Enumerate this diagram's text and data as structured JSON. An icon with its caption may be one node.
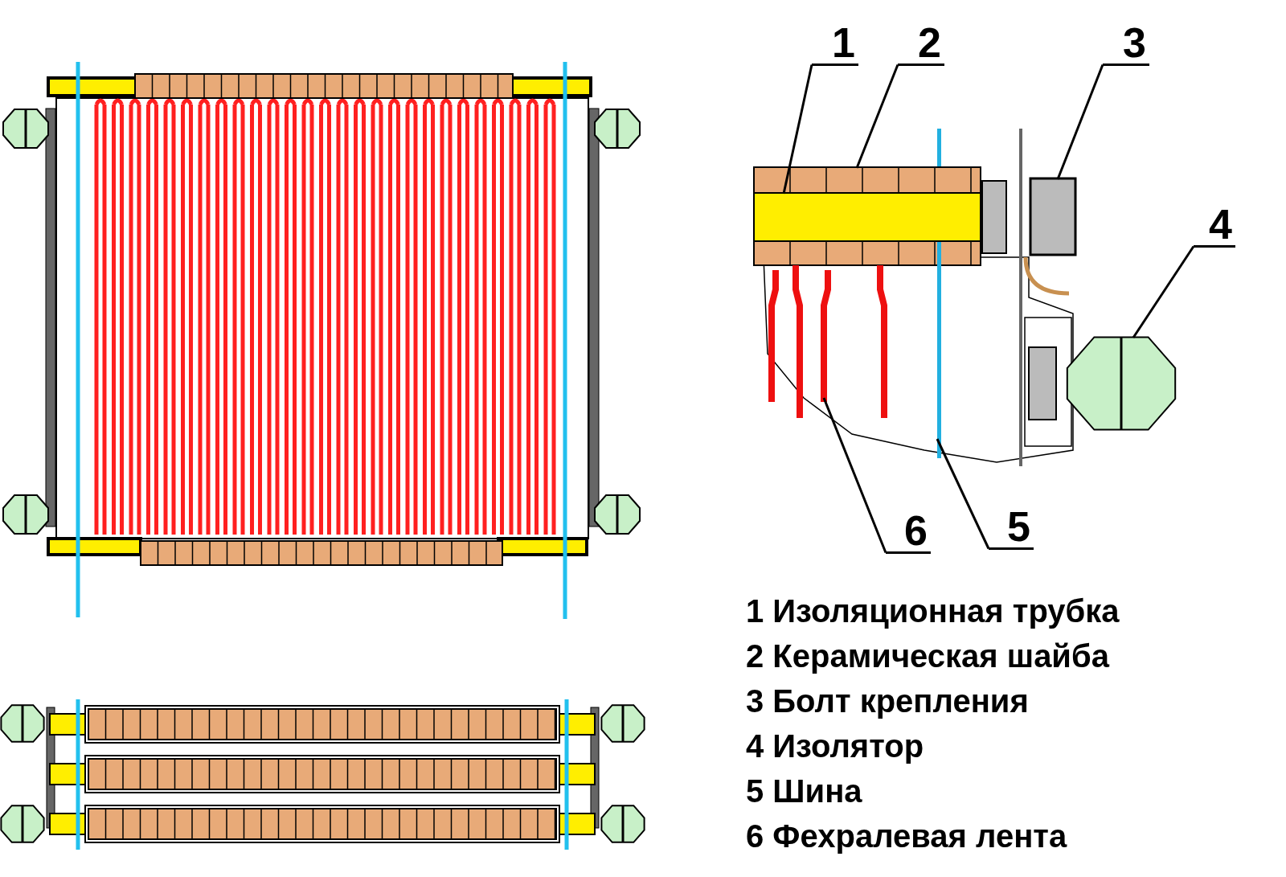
{
  "diagram": {
    "nodes": [
      {
        "text": [
          "1"
        ]
      },
      {
        "text": [
          "2"
        ]
      },
      {
        "text": [
          "3"
        ]
      },
      {
        "text": [
          "4"
        ]
      },
      {
        "text": [
          "5"
        ]
      },
      {
        "text": [
          "6"
        ]
      },
      {
        "text": [],
        "shape": "box"
      },
      {
        "text": [],
        "shape": "picture"
      },
      {
        "text": [],
        "shape": "box"
      },
      {
        "text": [],
        "shape": "picture"
      },
      {
        "text": [],
        "shape": "bar"
      },
      {
        "text": [],
        "shape": "picture"
      }
    ],
    "edges": [
      {
        "from": 0,
        "to": 6,
        "arrow": "none"
      },
      {
        "from": 1,
        "to": 7,
        "arrow": "none"
      },
      {
        "from": 2,
        "to": 8,
        "arrow": "none"
      },
      {
        "from": 3,
        "to": 9,
        "arrow": "none"
      },
      {
        "from": 4,
        "to": 10,
        "arrow": "none"
      },
      {
        "from": 5,
        "to": 11,
        "arrow": "none"
      }
    ],
    "labels": [
      "1 Изоляционная трубка",
      "2 Керамическая шайба",
      "3 Болт крепления",
      "4 Изолятор",
      "5 Шина",
      "6 Фехралевая лента"
    ]
  }
}
